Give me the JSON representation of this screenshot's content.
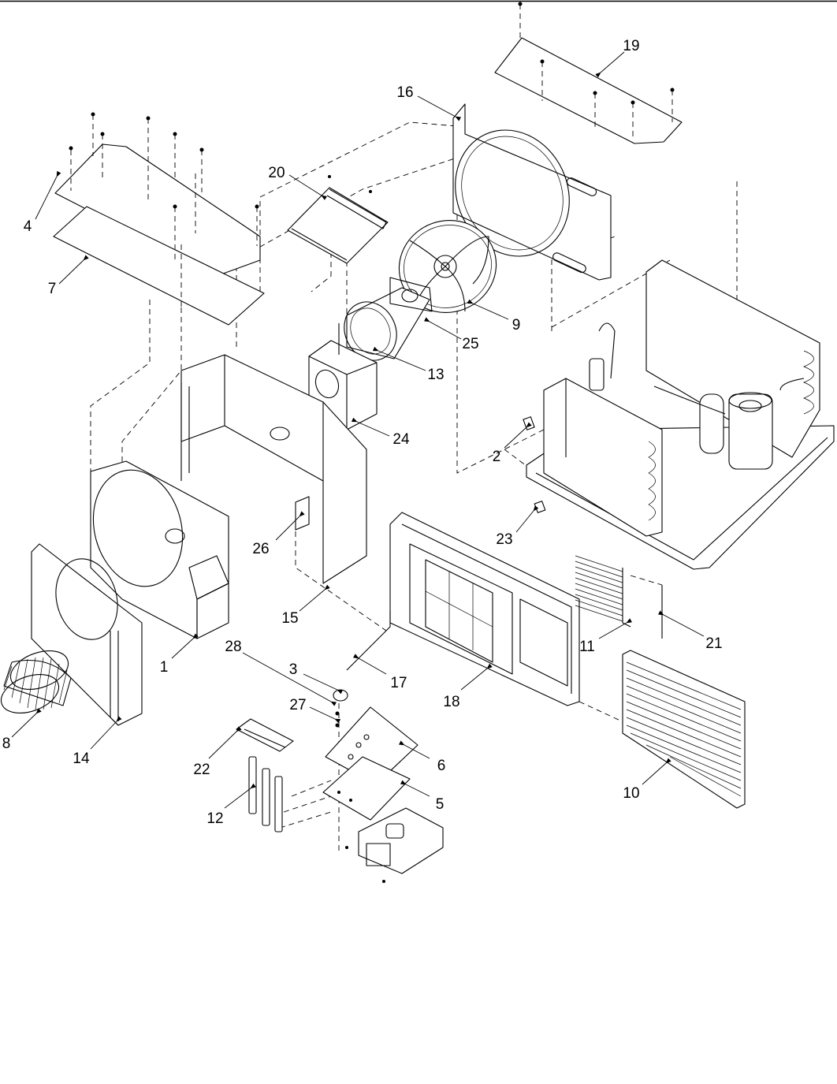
{
  "diagram": {
    "callouts": [
      {
        "id": "c1",
        "text": "1"
      },
      {
        "id": "c2",
        "text": "2"
      },
      {
        "id": "c3",
        "text": "3"
      },
      {
        "id": "c4",
        "text": "4"
      },
      {
        "id": "c5",
        "text": "5"
      },
      {
        "id": "c6",
        "text": "6"
      },
      {
        "id": "c7",
        "text": "7"
      },
      {
        "id": "c8",
        "text": "8"
      },
      {
        "id": "c9",
        "text": "9"
      },
      {
        "id": "c10",
        "text": "10"
      },
      {
        "id": "c11",
        "text": "11"
      },
      {
        "id": "c12",
        "text": "12"
      },
      {
        "id": "c13",
        "text": "13"
      },
      {
        "id": "c14",
        "text": "14"
      },
      {
        "id": "c15",
        "text": "15"
      },
      {
        "id": "c16",
        "text": "16"
      },
      {
        "id": "c17",
        "text": "17"
      },
      {
        "id": "c18",
        "text": "18"
      },
      {
        "id": "c19",
        "text": "19"
      },
      {
        "id": "c20",
        "text": "20"
      },
      {
        "id": "c21",
        "text": "21"
      },
      {
        "id": "c22",
        "text": "22"
      },
      {
        "id": "c23",
        "text": "23"
      },
      {
        "id": "c24",
        "text": "24"
      },
      {
        "id": "c25",
        "text": "25"
      },
      {
        "id": "c26",
        "text": "26"
      },
      {
        "id": "c27",
        "text": "27"
      },
      {
        "id": "c28",
        "text": "28"
      }
    ],
    "colors": {
      "line": "#000000",
      "background": "#ffffff"
    }
  }
}
